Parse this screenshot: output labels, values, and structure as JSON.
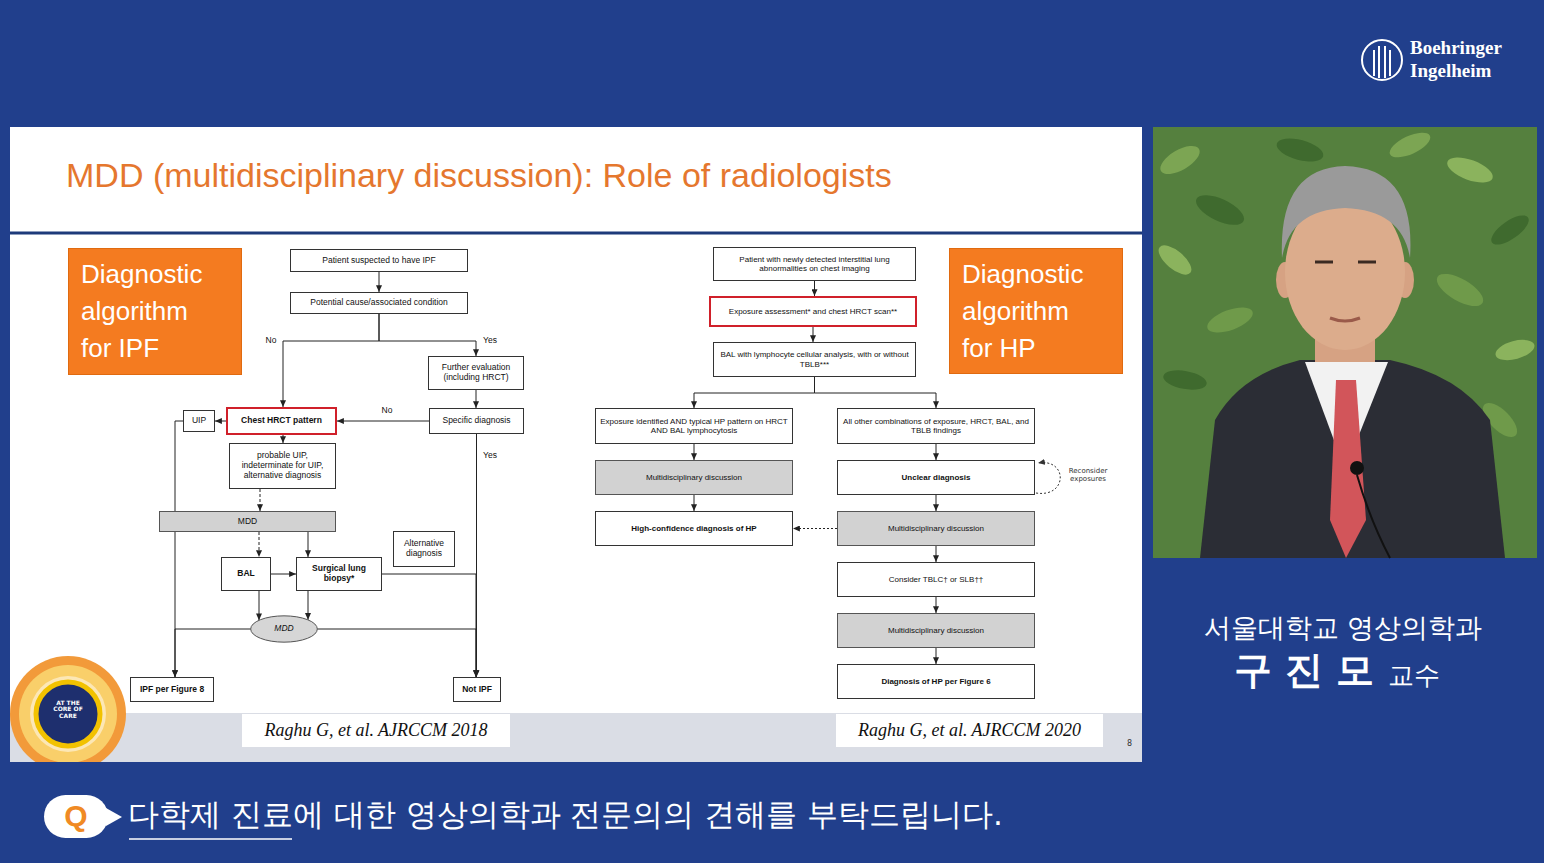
{
  "diagram": {
    "title": "MDD (multidisciplinary discussion): Role of radiologists",
    "nodes": [
      {
        "text": [
          "Diagnostic algorithm for IPF"
        ]
      },
      {
        "text": [
          "Patient suspected to have IPF"
        ]
      },
      {
        "text": [
          "Potential cause/associated condition"
        ]
      },
      {
        "text": [
          "Further evaluation (including HRCT)"
        ]
      },
      {
        "text": [
          "UIP"
        ]
      },
      {
        "text": [
          "Chest HRCT pattern"
        ]
      },
      {
        "text": [
          "Specific diagnosis"
        ]
      },
      {
        "text": [
          "probable UIP, indeterminate for UIP, alternative diagnosis"
        ]
      },
      {
        "text": [
          "MDD"
        ]
      },
      {
        "text": [
          "Alternative diagnosis"
        ]
      },
      {
        "text": [
          "BAL"
        ]
      },
      {
        "text": [
          "Surgical lung biopsy*"
        ]
      },
      {
        "text": [
          "MDD"
        ]
      },
      {
        "text": [
          "IPF per Figure 8"
        ]
      },
      {
        "text": [
          "Not IPF"
        ]
      },
      {
        "text": [
          "Patient with newly detected interstitial lung abnormalities on chest imaging"
        ]
      },
      {
        "text": [
          "Exposure assessment* and chest HRCT scan**"
        ]
      },
      {
        "text": [
          "BAL with lymphocyte cellular analysis, with or without TBLB***"
        ]
      },
      {
        "text": [
          "Exposure identified AND typical HP pattern on HRCT AND BAL lymphocytosis"
        ]
      },
      {
        "text": [
          "All other combinations of exposure, HRCT, BAL, and TBLB findings"
        ]
      },
      {
        "text": [
          "Multidisciplinary discussion"
        ]
      },
      {
        "text": [
          "Unclear diagnosis"
        ]
      },
      {
        "text": [
          "High-confidence diagnosis of HP"
        ]
      },
      {
        "text": [
          "Multidisciplinary discussion"
        ]
      },
      {
        "text": [
          "Consider TBLC† or SLB††"
        ]
      },
      {
        "text": [
          "Multidisciplinary discussion"
        ]
      },
      {
        "text": [
          "Diagnosis of HP per Figure 6"
        ]
      },
      {
        "text": [
          "Diagnostic algorithm for HP"
        ]
      },
      {
        "text": [
          "Raghu G, et al. AJRCCM 2018"
        ]
      },
      {
        "text": [
          "Raghu G, et al. AJRCCM 2020"
        ]
      },
      {
        "text": [
          "Q"
        ]
      }
    ],
    "edges": [
      {
        "from": 1,
        "to": 2,
        "arrow": "to"
      },
      {
        "from": 2,
        "to": 5,
        "label": "No",
        "arrow": "to"
      },
      {
        "from": 2,
        "to": 3,
        "label": "Yes",
        "arrow": "to"
      },
      {
        "from": 3,
        "to": 6,
        "arrow": "to"
      },
      {
        "from": 6,
        "to": 5,
        "label": "No",
        "arrow": "to"
      },
      {
        "from": 6,
        "to": 14,
        "label": "Yes",
        "arrow": "to"
      },
      {
        "from": 5,
        "to": 4,
        "arrow": "to"
      },
      {
        "from": 4,
        "to": 13,
        "arrow": "to"
      },
      {
        "from": 5,
        "to": 7,
        "arrow": "to"
      },
      {
        "from": 7,
        "to": 8,
        "arrow": "to"
      },
      {
        "from": 8,
        "to": 10,
        "arrow": "to"
      },
      {
        "from": 8,
        "to": 11,
        "arrow": "to"
      },
      {
        "from": 10,
        "to": 11,
        "arrow": "to"
      },
      {
        "from": 10,
        "to": 12,
        "arrow": "to"
      },
      {
        "from": 11,
        "to": 12,
        "arrow": "to"
      },
      {
        "from": 12,
        "to": 13,
        "arrow": "to"
      },
      {
        "from": 12,
        "to": 14,
        "arrow": "to"
      },
      {
        "from": 11,
        "to": 14,
        "arrow": "to"
      },
      {
        "from": 15,
        "to": 16,
        "arrow": "to"
      },
      {
        "from": 16,
        "to": 17,
        "arrow": "to"
      },
      {
        "from": 17,
        "to": 18,
        "arrow": "to"
      },
      {
        "from": 17,
        "to": 19,
        "arrow": "to"
      },
      {
        "from": 18,
        "to": 20,
        "arrow": "to"
      },
      {
        "from": 20,
        "to": 22,
        "arrow": "to"
      },
      {
        "from": 19,
        "to": 21,
        "arrow": "to"
      },
      {
        "from": 21,
        "to": 23,
        "arrow": "to"
      },
      {
        "from": 23,
        "to": 22,
        "arrow": "to"
      },
      {
        "from": 23,
        "to": 24,
        "arrow": "to"
      },
      {
        "from": 24,
        "to": 25,
        "arrow": "to"
      },
      {
        "from": 25,
        "to": 26,
        "arrow": "to"
      }
    ],
    "labels": [
      "Boehringer",
      "Ingelheim",
      "Reconsider exposures",
      "8",
      "AT THE CORE OF CARE",
      "서울대학교 영상의학과",
      "구 진 모",
      "교수",
      "다학제 진료에 대한 영상의학과 전문의의 견해를 부탁드립니다."
    ]
  }
}
